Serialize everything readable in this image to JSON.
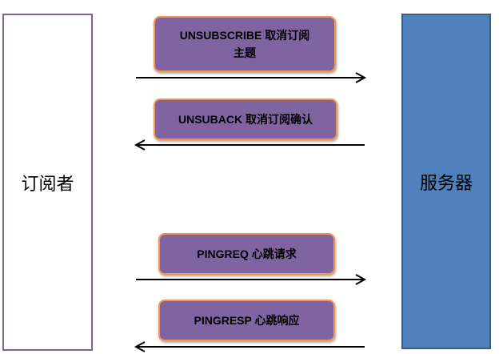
{
  "entities": {
    "subscriber": "订阅者",
    "server": "服务器"
  },
  "messages": [
    {
      "label": "UNSUBSCRIBE 取消订阅\n主题",
      "arrow_direction": "right"
    },
    {
      "label": "UNSUBACK 取消订阅确认",
      "arrow_direction": "left"
    },
    {
      "label": "PINGREQ 心跳请求",
      "arrow_direction": "right"
    },
    {
      "label": "PINGRESP 心跳响应",
      "arrow_direction": "left"
    }
  ],
  "colors": {
    "message_fill": "#8064A2",
    "message_border": "#F79646",
    "server_fill": "#4F81BD",
    "server_border": "#385D8A",
    "subscriber_border": "#8064A2",
    "arrow": "#000000"
  }
}
